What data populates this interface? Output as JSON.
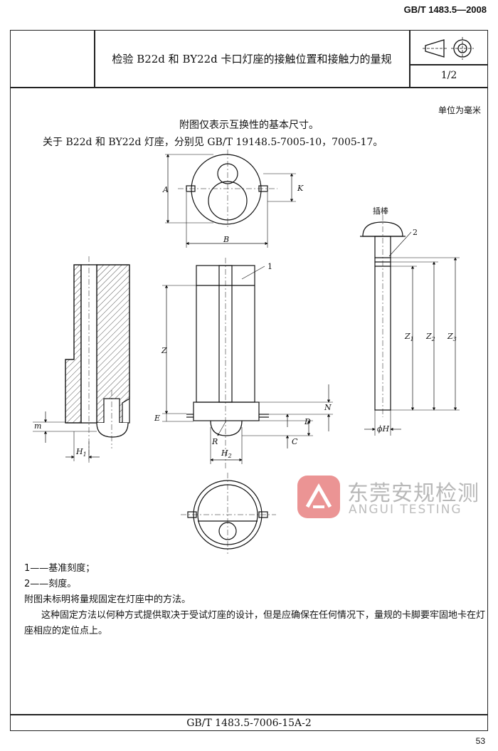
{
  "header": {
    "std_code": "GB/T 1483.5—2008",
    "title": "检验 B22d 和 BY22d 卡口灯座的接触位置和接触力的量规",
    "page_fraction": "1/2"
  },
  "unit": "单位为毫米",
  "intro": {
    "line1": "附图仅表示互换性的基本尺寸。",
    "line2": "关于 B22d 和 BY22d 灯座，分别见 GB/T 19148.5-7005-10，7005-17。"
  },
  "figure_labels": {
    "A": "A",
    "K": "K",
    "B": "B",
    "Z": "Z",
    "E": "E",
    "N": "N",
    "D": "D",
    "C": "C",
    "R": "R",
    "H2": "H",
    "H2_sub": "2",
    "H1": "H",
    "H1_sub": "1",
    "m": "m",
    "Z1": "Z",
    "Z1_sub": "1",
    "Z2": "Z",
    "Z2_sub": "2",
    "Z3": "Z",
    "Z3_sub": "3",
    "phiH": "ϕH",
    "callout_1": "1",
    "callout_2": "2",
    "plunger": "插棒"
  },
  "notes": [
    "1——基准刻度；",
    "2——刻度。",
    "附图未标明将量规固定在灯座中的方法。",
    "这种固定方法以何种方式提供取决于受试灯座的设计，但是应确保在任何情况下，量规的卡脚要牢固地卡在灯",
    "座相应的定位点上。"
  ],
  "footer": {
    "code": "GB/T 1483.5-7006-15A-2",
    "page": "53"
  },
  "watermark": {
    "cn": "东莞安规检测",
    "en": "ANGUI TESTING",
    "color": "#e05a5a"
  }
}
